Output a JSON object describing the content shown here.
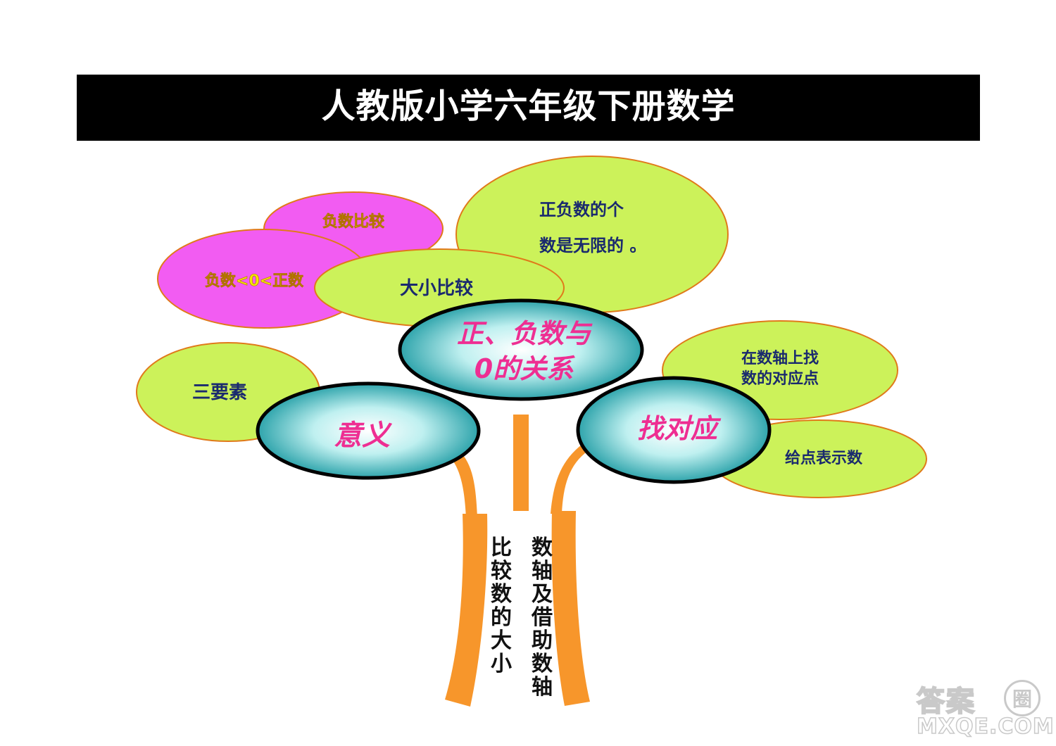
{
  "title": "人教版小学六年级下册数学",
  "colors": {
    "title_bar": "#000000",
    "title_text": "#ffffff",
    "leaf_green": "#ccf25a",
    "leaf_magenta": "#f25cf2",
    "leaf_border": "#e07a1a",
    "trunk_orange": "#f7962b",
    "node_teal_dark": "#1aa0a8",
    "node_teal_light": "#ffffff",
    "node_text_pink": "#ee2e92",
    "leaf_text_navy": "#1a2a6e",
    "leaf_text_yellow": "#f2e600"
  },
  "nodes": {
    "center": {
      "line1": "正、负数与",
      "line2": "0的关系"
    },
    "left": {
      "label": "意义"
    },
    "right": {
      "label": "找对应"
    }
  },
  "leaves": {
    "neg_compare": "负数比较",
    "neg_zero_pos": "负数<0<正数",
    "size_compare": "大小比较",
    "infinite_line1": "正负数的个",
    "infinite_line2": "数是无限的 。",
    "three_elements": "三要素",
    "find_point_line1": "在数轴上找",
    "find_point_line2": "数的对应点",
    "point_number": "给点表示数"
  },
  "trunk_labels": {
    "left": "比较数的大小",
    "right": "数轴及借助数轴"
  },
  "watermark": {
    "top": "答案",
    "circle": "圈",
    "bottom": "MXQE.COM"
  }
}
